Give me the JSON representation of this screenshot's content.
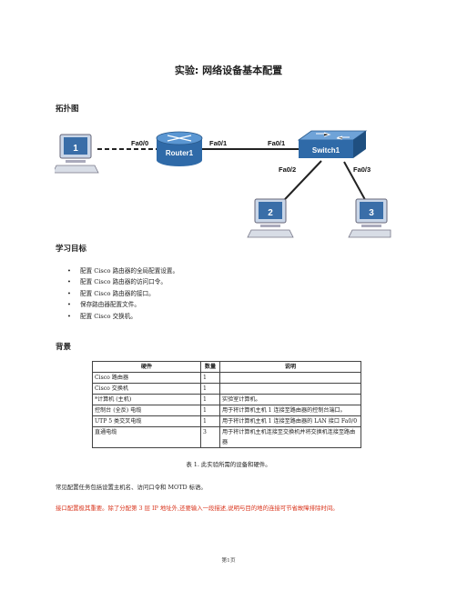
{
  "title": "实验: 网络设备基本配置",
  "sections": {
    "topology": "拓扑图",
    "objectives": "学习目标",
    "background": "背景"
  },
  "topology": {
    "router_label": "Router1",
    "switch_label": "Switch1",
    "pc_labels": [
      "1",
      "2",
      "3"
    ],
    "ports": {
      "router_left": "Fa0/0",
      "router_right": "Fa0/1",
      "switch_top": "Fa0/1",
      "switch_left": "Fa0/2",
      "switch_right": "Fa0/3"
    }
  },
  "objectives": [
    "配置 Cisco 路由器的全局配置设置。",
    "配置 Cisco 路由器的访问口令。",
    "配置 Cisco 路由器的接口。",
    "保存路由器配置文件。",
    "配置 Cisco 交换机。"
  ],
  "table": {
    "headers": [
      "硬件",
      "数量",
      "说明"
    ],
    "rows": [
      [
        "Cisco 路由器",
        "1",
        ""
      ],
      [
        "Cisco 交换机",
        "1",
        ""
      ],
      [
        "*计算机 (主机)",
        "1",
        "实验室计算机。"
      ],
      [
        "控制台 (全反) 电缆",
        "1",
        "用于将计算机主机 1 连接至路由器的控制台端口。"
      ],
      [
        "UTP 5 类交叉电缆",
        "1",
        "用于将计算机主机 1 连接至路由器的 LAN 接口 Fa0/0"
      ],
      [
        "直通电缆",
        "3",
        "用于将计算机主机连接至交换机并将交换机连接至路由器"
      ]
    ],
    "caption": "表 1. 此实验所需的设备和硬件。"
  },
  "paragraph1": "常见配置任务包括设置主机名、访问口令和 MOTD 标语。",
  "paragraph2": "接口配置极其重要。除了分配第 3 层 IP 地址外,还要输入一段描述,说明与目的地的连接可节省故障排除时间。",
  "footer": "第1页"
}
